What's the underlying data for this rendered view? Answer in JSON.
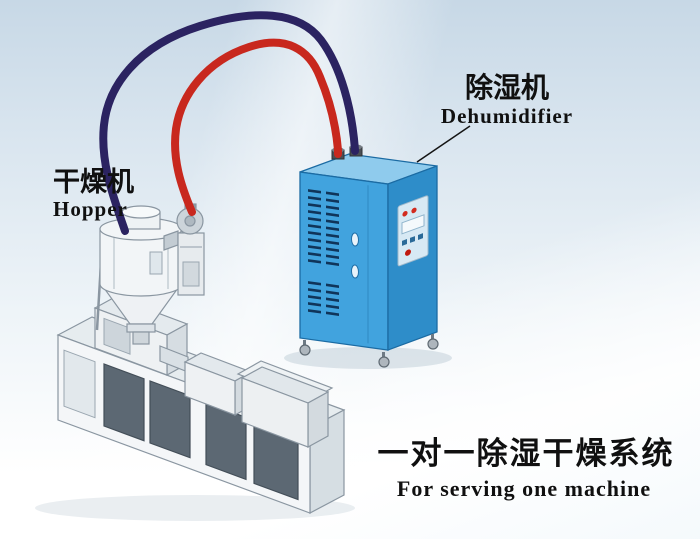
{
  "labels": {
    "dryer": {
      "cn": "干燥机",
      "en": "Hopper"
    },
    "dehumidifier": {
      "cn": "除湿机",
      "en": "Dehumidifier"
    },
    "caption": {
      "cn": "一对一除湿干燥系统",
      "en": "For serving one machine"
    }
  },
  "colors": {
    "pipe_red": "#c8281e",
    "pipe_navy": "#2b2361",
    "cabinet_front": "#41a3de",
    "cabinet_side": "#2e8dc9",
    "cabinet_top": "#8fcbed",
    "cabinet_outline": "#1b6ba3",
    "machine_fill": "#f4f6f8",
    "machine_outline": "#8a96a1",
    "door_fill": "#5c6873",
    "text": "#111111",
    "background_top": "#c7d8e6"
  }
}
